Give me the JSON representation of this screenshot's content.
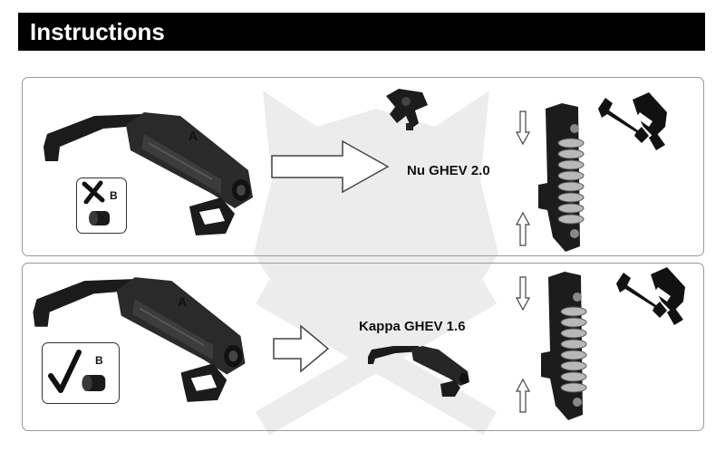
{
  "header": {
    "title": "Instructions"
  },
  "panels": [
    {
      "part_label": "A",
      "badge_label": "B",
      "badge_symbol": "cross",
      "engine_label": "Nu GHEV 2.0"
    },
    {
      "part_label": "A",
      "badge_label": "B",
      "badge_symbol": "check",
      "engine_label": "Kappa GHEV 1.6"
    }
  ],
  "icons": {
    "wrench": "wrench-hand-icon",
    "arrow_up": "arrow-up-icon",
    "arrow_down": "arrow-down-icon",
    "arrow_right": "arrow-right-icon"
  },
  "colors": {
    "header_bg": "#000000",
    "header_text": "#ffffff",
    "panel_border": "#9a9a9a"
  }
}
